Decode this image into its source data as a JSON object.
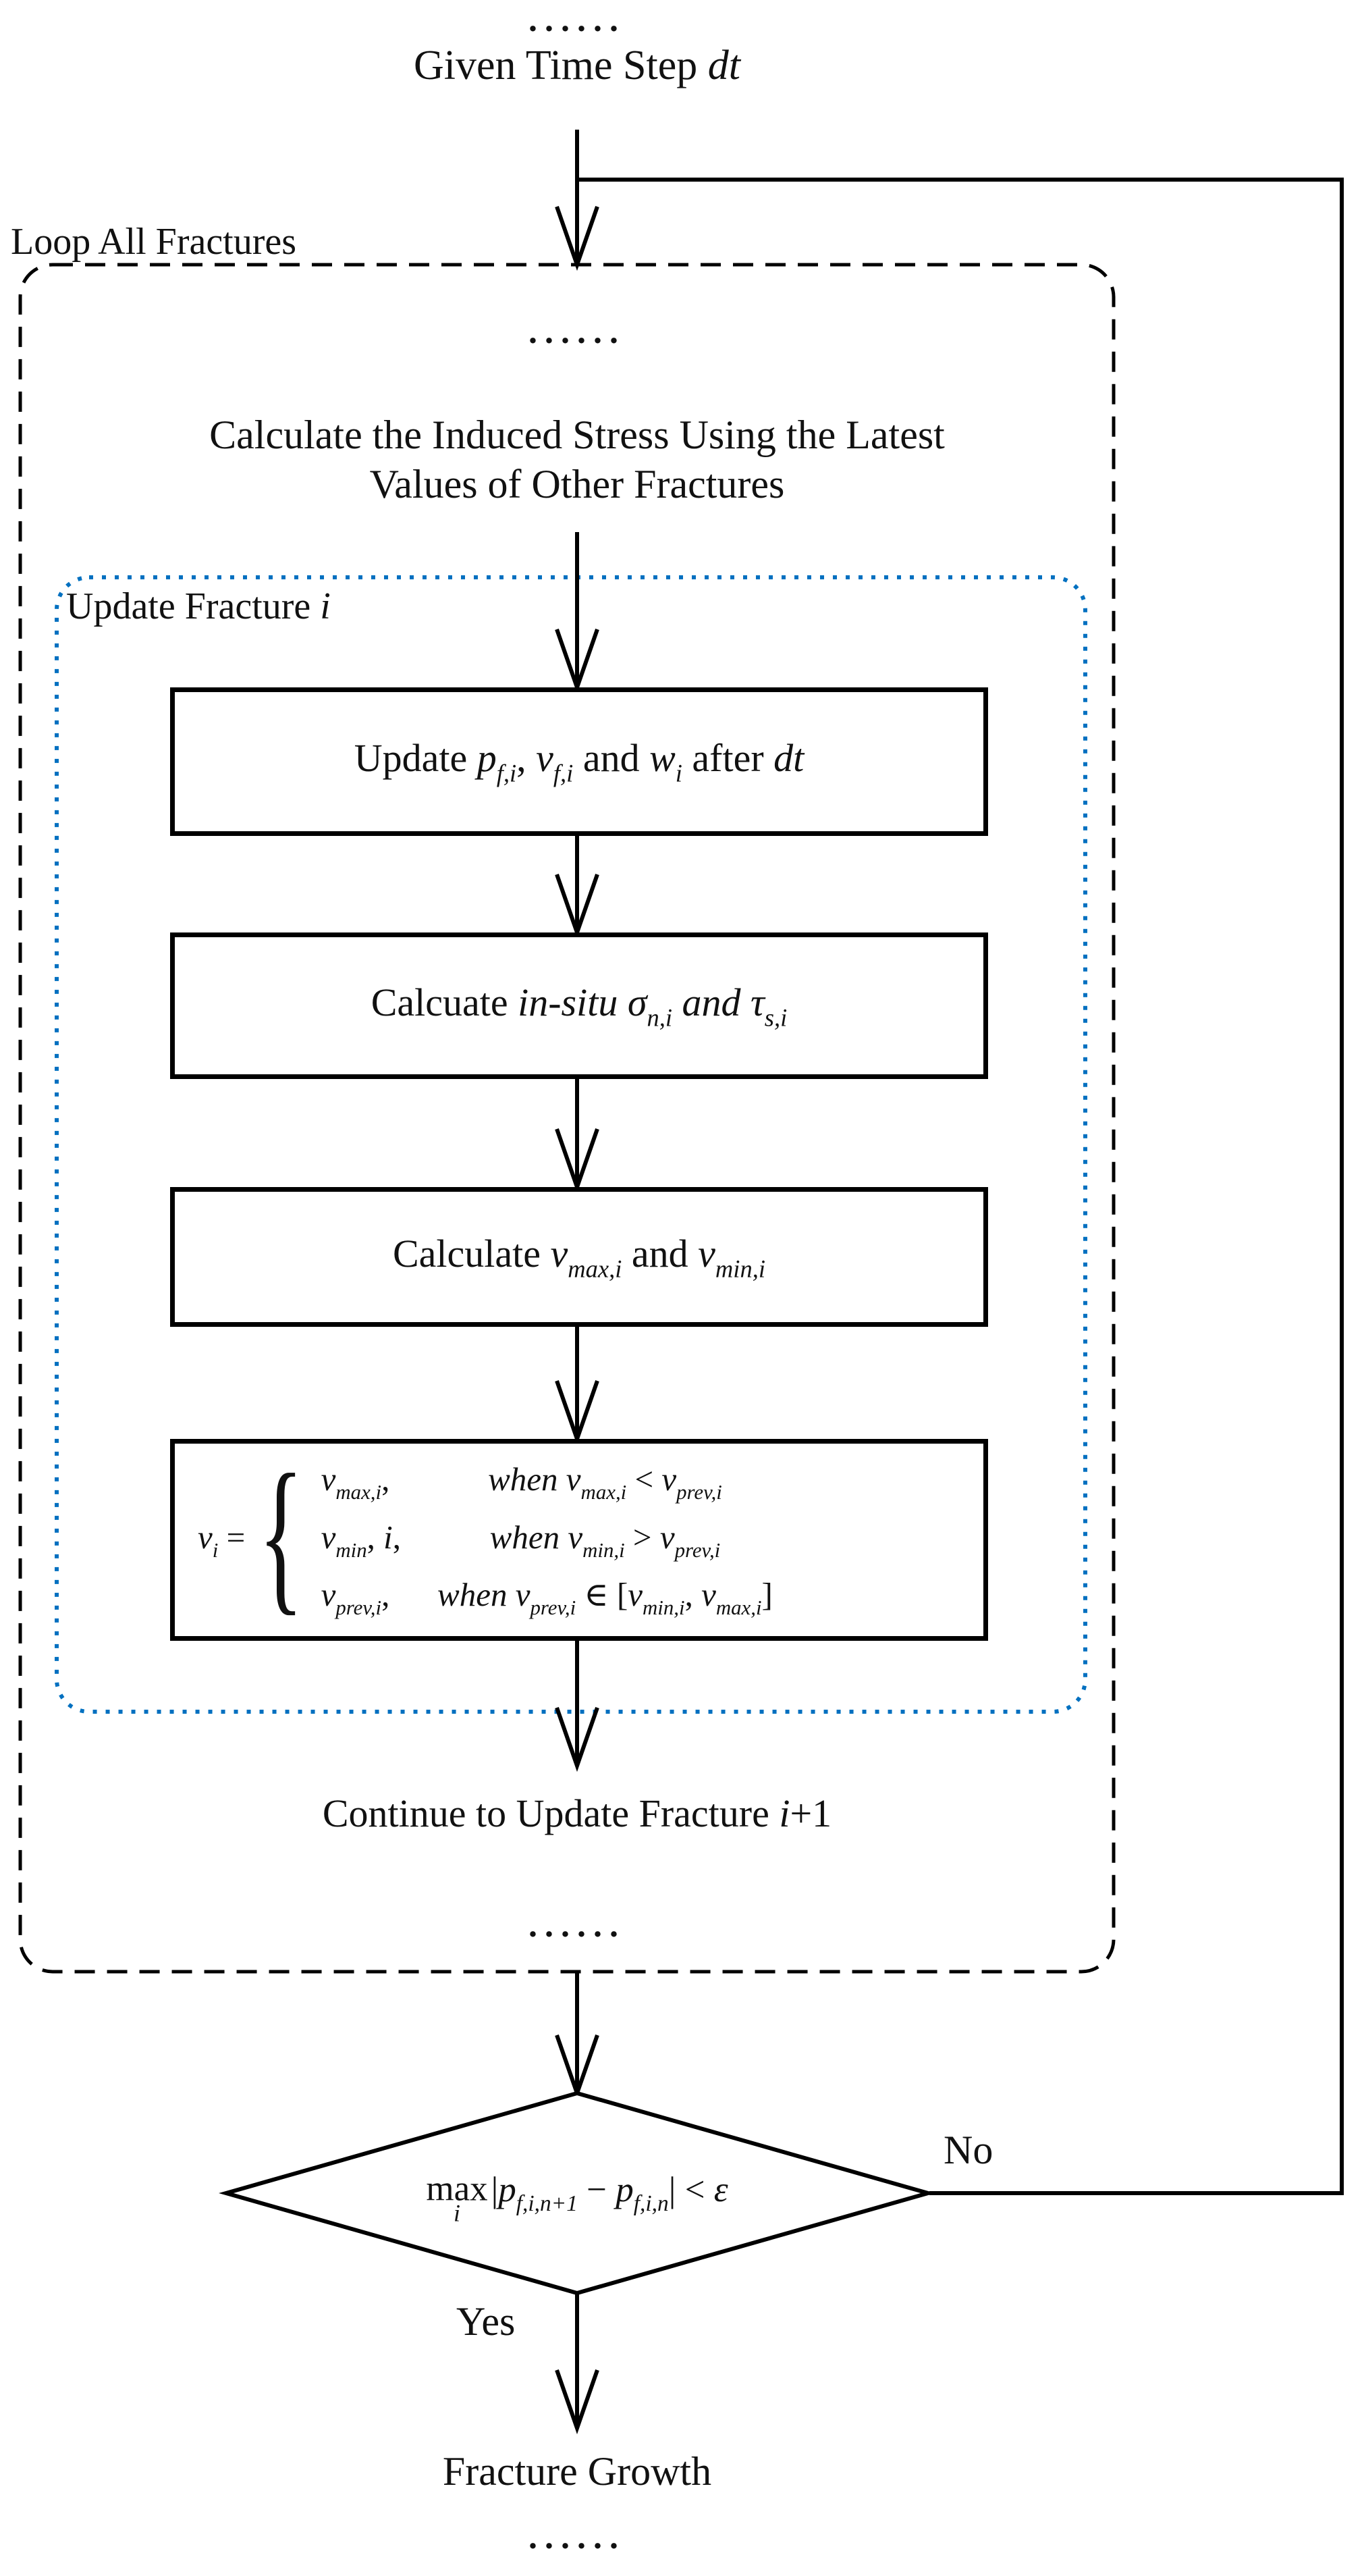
{
  "colors": {
    "ink": "#000000",
    "blue_box": "#0070C0",
    "text": "#111111",
    "background": "#ffffff"
  },
  "top": {
    "dots": "......",
    "title": [
      {
        "s": "n",
        "t": "Given Time Step "
      },
      {
        "s": "i",
        "t": "dt"
      }
    ]
  },
  "loop": {
    "label": "Loop All Fractures",
    "dots_top": "......",
    "stress_line1": "Calculate the Induced Stress Using the Latest",
    "stress_line2": "Values of Other Fractures",
    "continue_text": [
      {
        "s": "n",
        "t": "Continue to Update Fracture "
      },
      {
        "s": "i",
        "t": "i"
      },
      {
        "s": "n",
        "t": "+1"
      }
    ],
    "dots_bottom": "......"
  },
  "update": {
    "label": [
      {
        "s": "n",
        "t": "Update Fracture "
      },
      {
        "s": "i",
        "t": "i"
      }
    ],
    "box1": [
      {
        "s": "n",
        "t": "Update "
      },
      {
        "s": "i",
        "t": "p"
      },
      {
        "s": "sub",
        "t": "f,i"
      },
      {
        "s": "n",
        "t": ", "
      },
      {
        "s": "i",
        "t": "v"
      },
      {
        "s": "sub",
        "t": "f,i"
      },
      {
        "s": "n",
        "t": " and "
      },
      {
        "s": "i",
        "t": "w"
      },
      {
        "s": "sub",
        "t": "i"
      },
      {
        "s": "n",
        "t": " after "
      },
      {
        "s": "i",
        "t": "dt"
      }
    ],
    "box2": [
      {
        "s": "n",
        "t": "Calcuate "
      },
      {
        "s": "i",
        "t": "in-situ σ"
      },
      {
        "s": "sub",
        "t": "n,i"
      },
      {
        "s": "i",
        "t": " and τ"
      },
      {
        "s": "sub",
        "t": "s,i"
      }
    ],
    "box3": [
      {
        "s": "n",
        "t": "Calculate "
      },
      {
        "s": "i",
        "t": "v"
      },
      {
        "s": "sub",
        "t": "max,i"
      },
      {
        "s": "n",
        "t": " and "
      },
      {
        "s": "i",
        "t": "v"
      },
      {
        "s": "sub",
        "t": "min,i"
      }
    ],
    "equation": {
      "lhs": [
        {
          "s": "i",
          "t": "v"
        },
        {
          "s": "sub",
          "t": "i"
        },
        {
          "s": "n",
          "t": " ="
        }
      ],
      "brace": "{",
      "rows": {
        "r1v": [
          {
            "s": "i",
            "t": "v"
          },
          {
            "s": "sub",
            "t": "max,i"
          },
          {
            "s": "n",
            "t": ","
          }
        ],
        "r1c": [
          {
            "s": "i",
            "t": "when v"
          },
          {
            "s": "sub",
            "t": "max,i"
          },
          {
            "s": "n",
            "t": " < "
          },
          {
            "s": "i",
            "t": "v"
          },
          {
            "s": "sub",
            "t": "prev,i"
          }
        ],
        "r2v": [
          {
            "s": "i",
            "t": "v"
          },
          {
            "s": "sub",
            "t": "min"
          },
          {
            "s": "n",
            "t": ", "
          },
          {
            "s": "i",
            "t": "i"
          },
          {
            "s": "n",
            "t": ","
          }
        ],
        "r2c": [
          {
            "s": "i",
            "t": "when v"
          },
          {
            "s": "sub",
            "t": "min,i"
          },
          {
            "s": "n",
            "t": " > "
          },
          {
            "s": "i",
            "t": "v"
          },
          {
            "s": "sub",
            "t": "prev,i"
          }
        ],
        "r3v": [
          {
            "s": "i",
            "t": "v"
          },
          {
            "s": "sub",
            "t": "prev,i"
          },
          {
            "s": "n",
            "t": ","
          }
        ],
        "r3c": [
          {
            "s": "i",
            "t": "when v"
          },
          {
            "s": "sub",
            "t": "prev,i"
          },
          {
            "s": "n",
            "t": " ∈ ["
          },
          {
            "s": "i",
            "t": "v"
          },
          {
            "s": "sub",
            "t": "min,i"
          },
          {
            "s": "n",
            "t": ", "
          },
          {
            "s": "i",
            "t": "v"
          },
          {
            "s": "sub",
            "t": "max,i"
          },
          {
            "s": "n",
            "t": "]"
          }
        ]
      }
    }
  },
  "decision": {
    "max_label": "max",
    "max_sub": "i",
    "expr": [
      {
        "s": "n",
        "t": "|"
      },
      {
        "s": "i",
        "t": "p"
      },
      {
        "s": "sub",
        "t": "f,i,n+1"
      },
      {
        "s": "n",
        "t": " − "
      },
      {
        "s": "i",
        "t": "p"
      },
      {
        "s": "sub",
        "t": "f,i,n"
      },
      {
        "s": "n",
        "t": "| < "
      },
      {
        "s": "i",
        "t": "ε"
      }
    ],
    "no_label": "No",
    "yes_label": "Yes"
  },
  "end": {
    "title": "Fracture Growth",
    "dots": "......"
  }
}
